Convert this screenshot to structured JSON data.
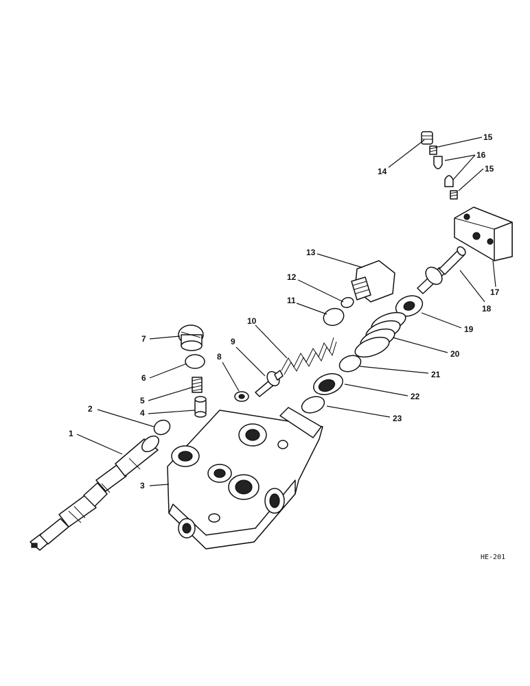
{
  "figure_code": "HE-201",
  "callouts": [
    "1",
    "2",
    "3",
    "4",
    "5",
    "6",
    "7",
    "8",
    "9",
    "10",
    "11",
    "12",
    "13",
    "14",
    "15",
    "16",
    "15",
    "17",
    "18",
    "19",
    "20",
    "21",
    "22",
    "23"
  ]
}
